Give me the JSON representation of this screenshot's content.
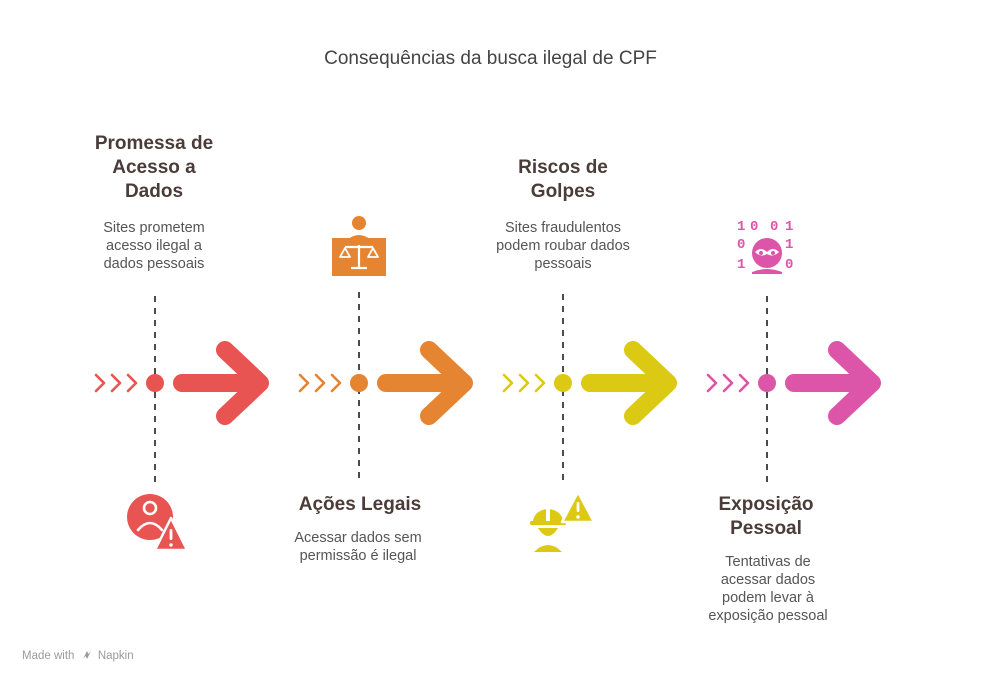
{
  "title": "Consequências da busca ilegal de CPF",
  "stages": [
    {
      "heading": "Promessa de\nAcesso a\nDados",
      "description": "Sites prometem\nacesso ilegal a\ndados pessoais",
      "icon": "user-warning-icon",
      "color": "#e85451"
    },
    {
      "heading": "Ações Legais",
      "description": "Acessar dados sem\npermissão é ilegal",
      "icon": "judge-scales-icon",
      "color": "#e58431"
    },
    {
      "heading": "Riscos de\nGolpes",
      "description": "Sites fraudulentos\npodem roubar dados\npessoais",
      "icon": "worker-warning-icon",
      "color": "#dcc914"
    },
    {
      "heading": "Exposição\nPessoal",
      "description": "Tentativas de\nacessar dados\npodem levar à\nexposição pessoal",
      "icon": "hacker-binary-icon",
      "color": "#dd55a8"
    }
  ],
  "footer": {
    "made_with": "Made with",
    "brand": "Napkin"
  }
}
